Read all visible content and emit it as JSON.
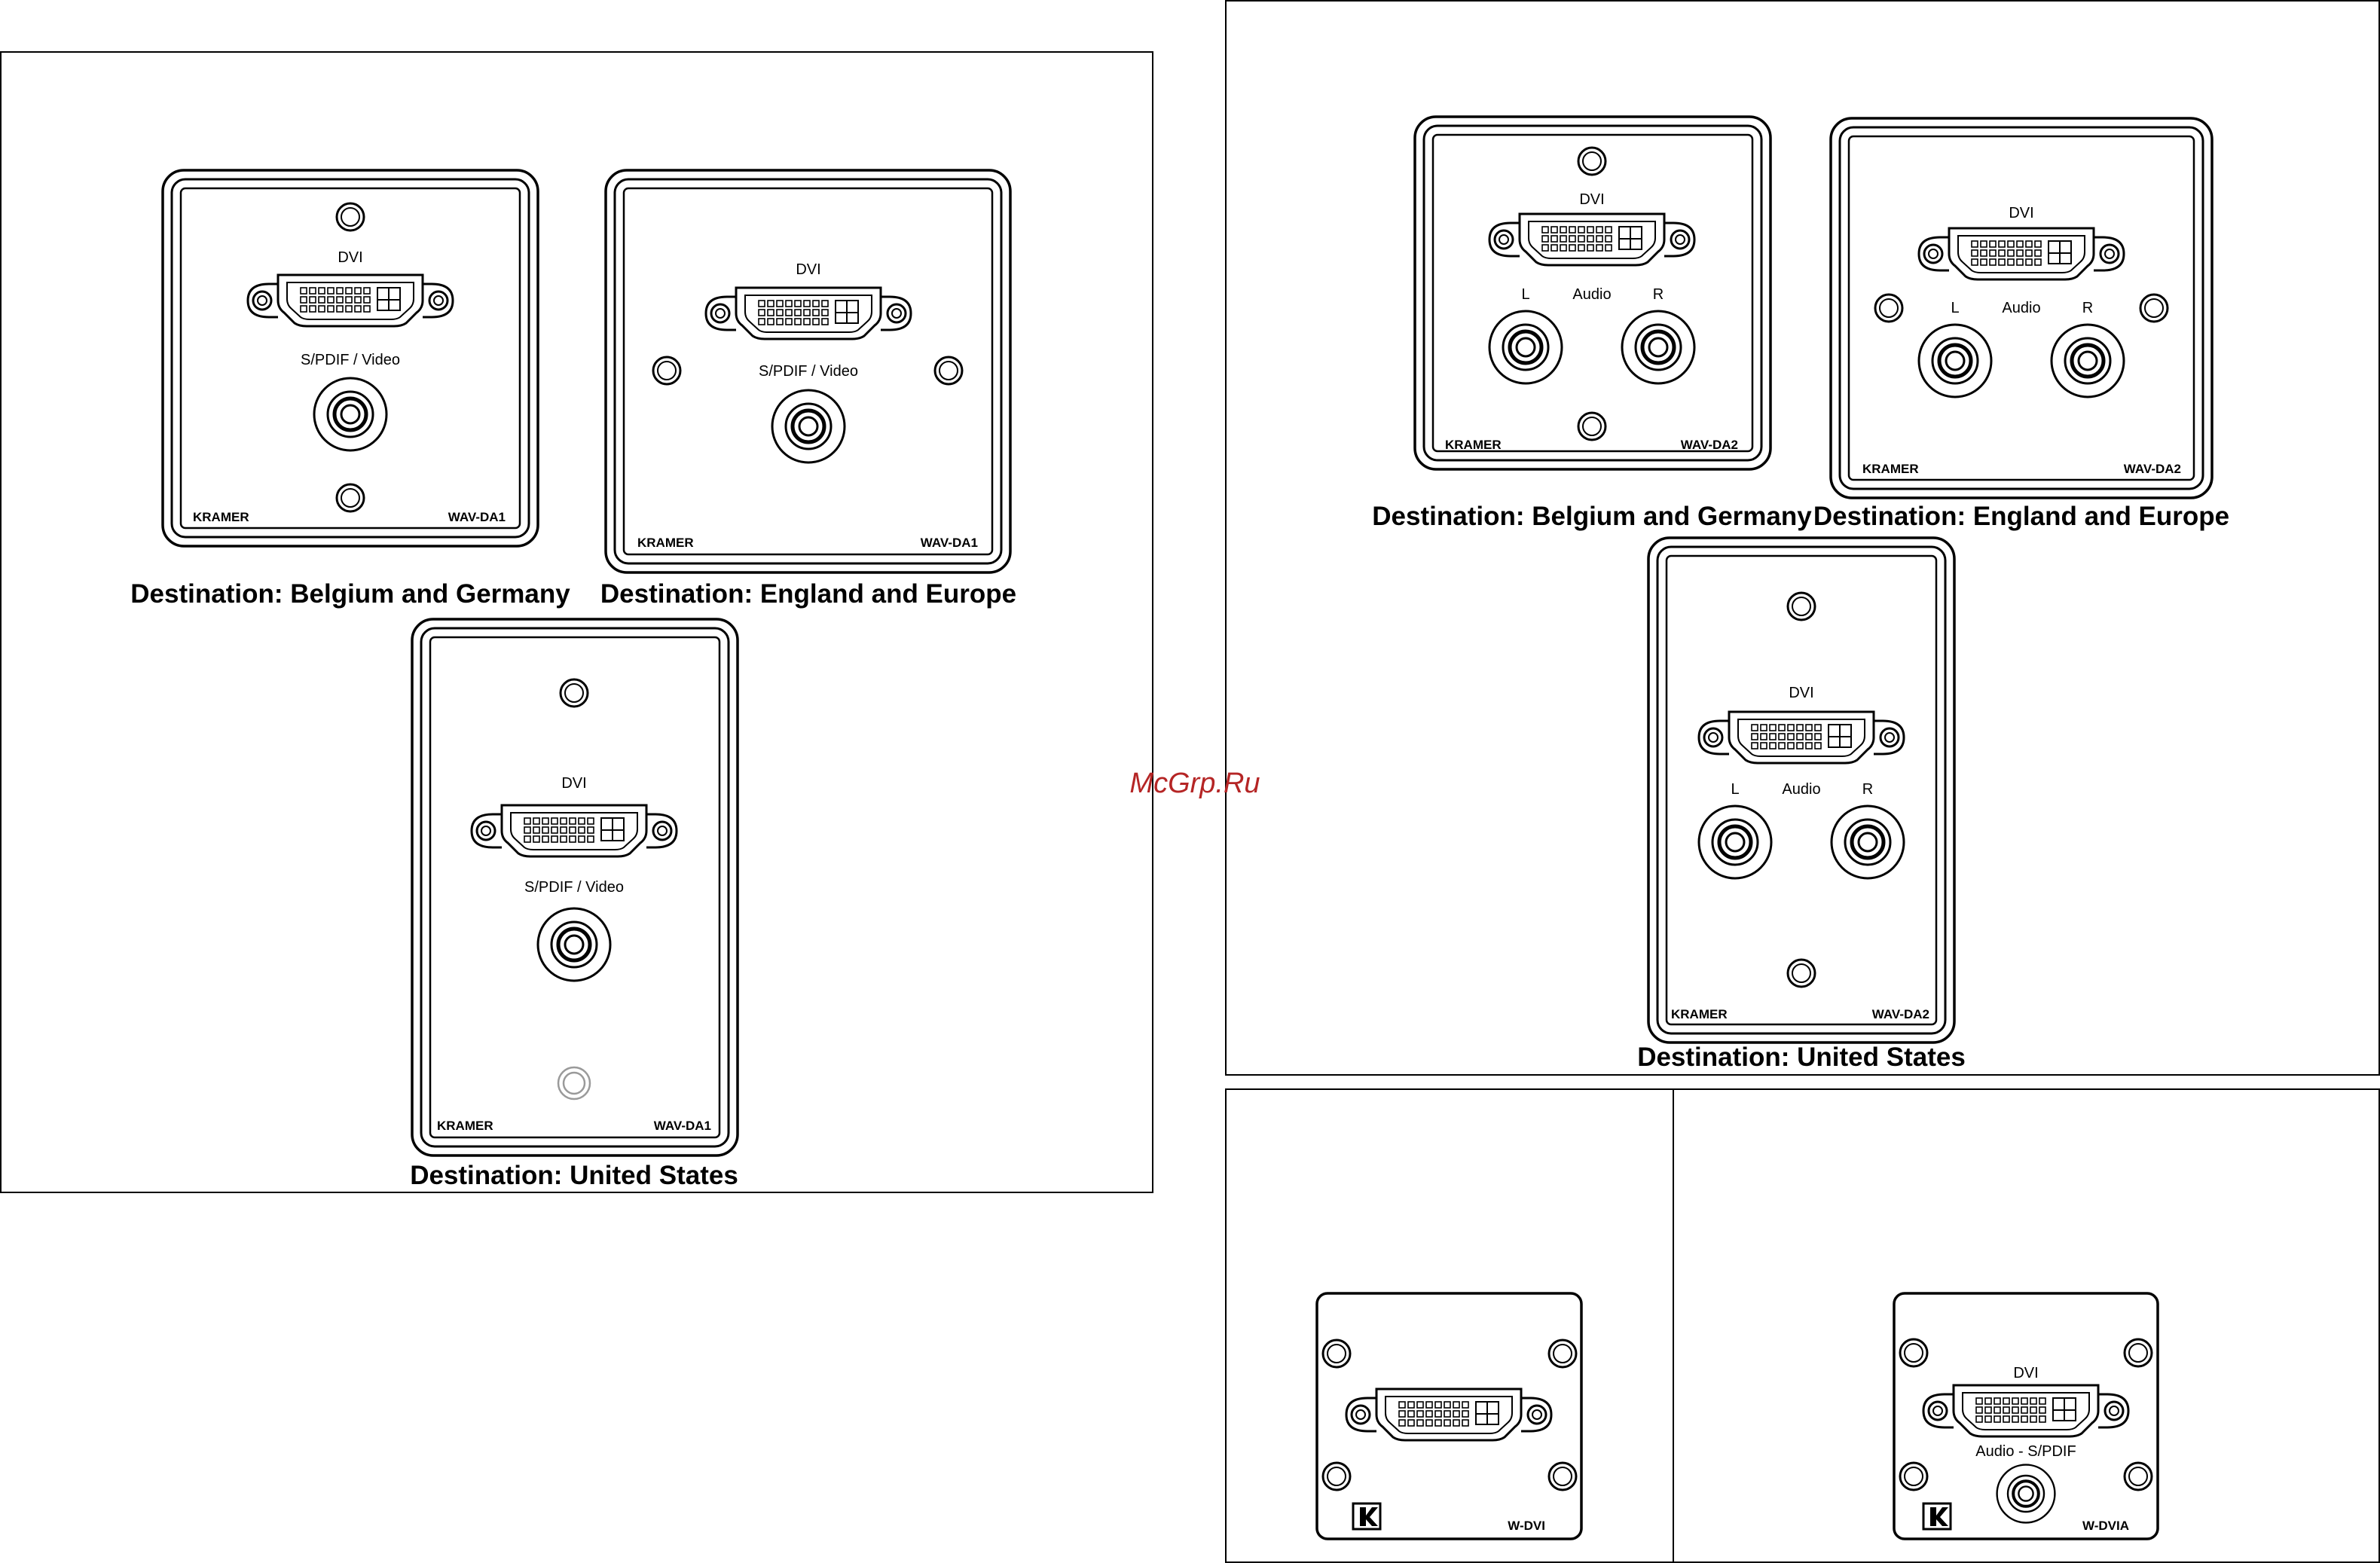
{
  "watermark": "McGrp.Ru",
  "labels": {
    "dvi": "DVI",
    "spdif_video": "S/PDIF / Video",
    "audio": "Audio",
    "left": "L",
    "right": "R",
    "audio_spdif": "Audio - S/PDIF"
  },
  "brand": "KRAMER",
  "models": {
    "da1": "WAV-DA1",
    "da2": "WAV-DA2",
    "wdvi": "W-DVI",
    "wdvia": "W-DVIA"
  },
  "captions": {
    "belgium_germany": "Destination: Belgium and Germany",
    "england_europe": "Destination: England and Europe",
    "united_states": "Destination: United States"
  },
  "icons": [
    "dvi-connector-icon",
    "rca-jack-icon",
    "screw-hole-icon",
    "kramer-logo-icon"
  ]
}
